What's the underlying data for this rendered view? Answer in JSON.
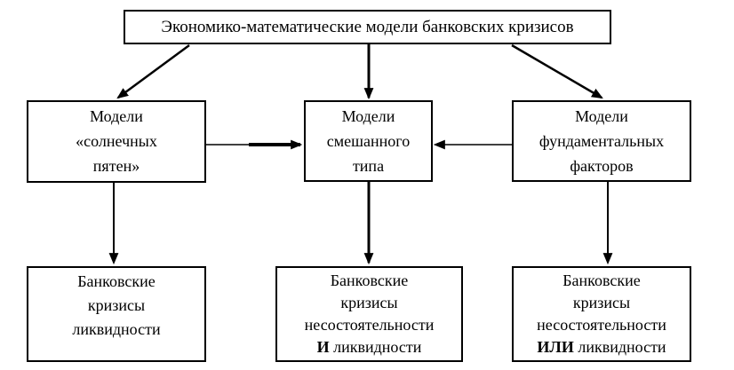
{
  "root_box": {
    "label": "Экономико-математические модели банковских кризисов"
  },
  "model_row": {
    "sunspot": {
      "line1": "Модели",
      "line2": "«солнечных",
      "line3": "пятен»"
    },
    "mixed": {
      "line1": "Модели",
      "line2": "смешанного",
      "line3": "типа"
    },
    "fundamental": {
      "line1": "Модели",
      "line2": "фундаментальных",
      "line3": "факторов"
    }
  },
  "crisis_row": {
    "liquidity": {
      "line1": "Банковские",
      "line2": "кризисы",
      "line3": "ликвидности"
    },
    "insolvency_and": {
      "line1": "Банковские",
      "line2": "кризисы",
      "line3": "несостоятельности",
      "line4_bold": "И",
      "line4_rest": "ликвидности"
    },
    "insolvency_or": {
      "line1": "Банковские",
      "line2": "кризисы",
      "line3": "несостоятельности",
      "line4_bold": "ИЛИ",
      "line4_rest": "ликвидности"
    }
  },
  "colors": {
    "background": "#ffffff",
    "box_border": "#000000",
    "text": "#000000",
    "arrow": "#000000"
  }
}
